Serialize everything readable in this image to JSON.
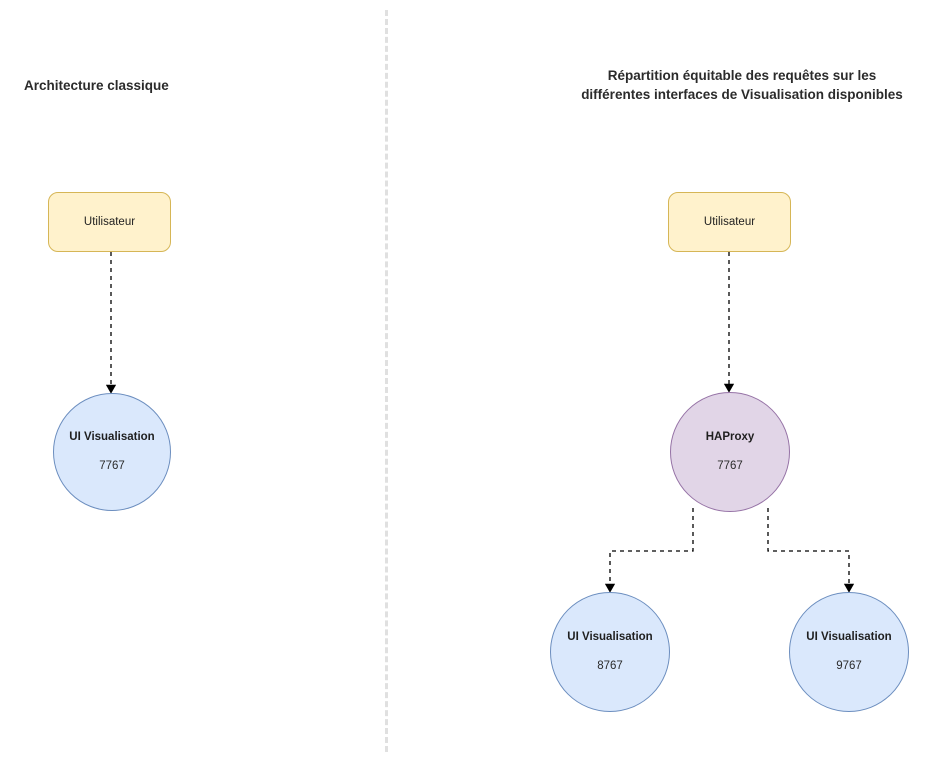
{
  "diagram": {
    "title_left": "Architecture classique",
    "title_right": "Répartition équitable des requêtes sur les\ndifférentes interfaces de Visualisation disponibles",
    "colors": {
      "box_fill": "#fff2cc",
      "box_stroke": "#d6b656",
      "circle_blue_fill": "#dae8fc",
      "circle_blue_stroke": "#6c8ebf",
      "circle_purple_fill": "#e1d5e7",
      "circle_purple_stroke": "#9673a6",
      "divider": "#e0e0e0",
      "edge": "#000000",
      "text": "#2b2b2b"
    },
    "left_panel": {
      "nodes": [
        {
          "id": "user-left",
          "shape": "rounded-rect",
          "label": "Utilisateur",
          "port": ""
        },
        {
          "id": "ui-7767",
          "shape": "circle",
          "label": "UI Visualisation",
          "port": "7767"
        }
      ],
      "edges": [
        {
          "from": "user-left",
          "to": "ui-7767",
          "style": "dashed",
          "arrow": "triangle"
        }
      ]
    },
    "right_panel": {
      "nodes": [
        {
          "id": "user-right",
          "shape": "rounded-rect",
          "label": "Utilisateur",
          "port": ""
        },
        {
          "id": "haproxy",
          "shape": "circle",
          "label": "HAProxy",
          "port": "7767"
        },
        {
          "id": "ui-8767",
          "shape": "circle",
          "label": "UI Visualisation",
          "port": "8767"
        },
        {
          "id": "ui-9767",
          "shape": "circle",
          "label": "UI Visualisation",
          "port": "9767"
        }
      ],
      "edges": [
        {
          "from": "user-right",
          "to": "haproxy",
          "style": "dashed",
          "arrow": "triangle"
        },
        {
          "from": "haproxy",
          "to": "ui-8767",
          "style": "dashed",
          "arrow": "triangle"
        },
        {
          "from": "haproxy",
          "to": "ui-9767",
          "style": "dashed",
          "arrow": "triangle"
        }
      ]
    }
  }
}
